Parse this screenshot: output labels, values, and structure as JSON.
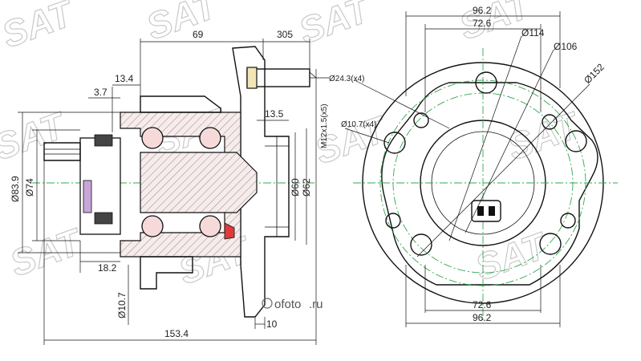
{
  "watermark": {
    "text": "SAT"
  },
  "brand": {
    "logo_text": "ofoto",
    "domain": ".ru"
  },
  "side_view": {
    "dim_overall_length": "153.4",
    "dim_hub_to_flange": "69",
    "dim_stud_length": "305",
    "dim_top_offset": "13.4",
    "dim_small_offset": "3.7",
    "dim_pilot_depth": "13.5",
    "dim_stud_thread": "M12x1.5(x5)",
    "dim_stud_head": "Ø24.3(x4)",
    "dim_outer_dia": "Ø83.9",
    "dim_sensor_dia": "Ø74",
    "dim_pilot_dia_a": "Ø60",
    "dim_pilot_dia_b": "Ø62",
    "dim_bottom_offset": "18.2",
    "dim_mount_hole": "Ø10.7",
    "dim_flange_thickness": "10"
  },
  "front_view": {
    "dim_top_outer": "96.2",
    "dim_top_inner": "72.6",
    "dim_bottom_inner": "72.6",
    "dim_bottom_outer": "96.2",
    "dim_pcd_114": "Ø114",
    "dim_pcd_106": "Ø106",
    "dim_flange_152": "Ø152",
    "dim_hole_107": "Ø10.7(x4)"
  }
}
